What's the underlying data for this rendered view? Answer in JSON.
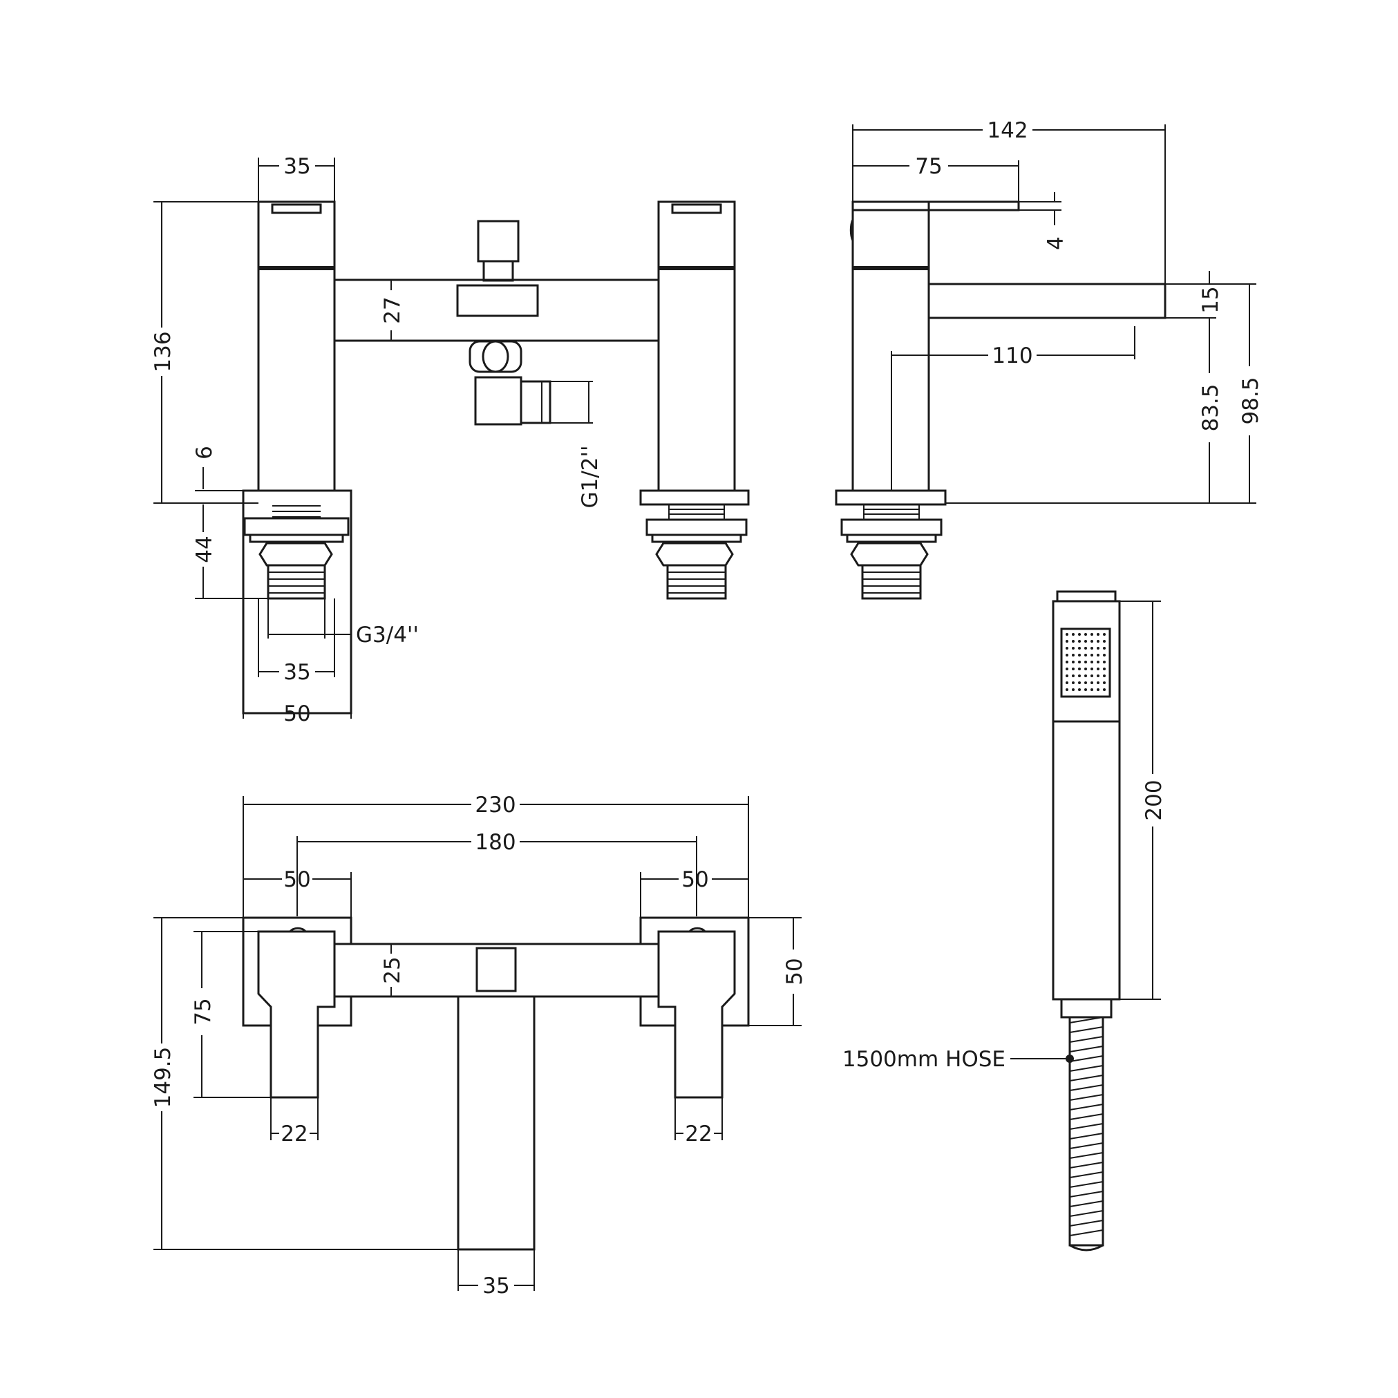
{
  "colors": {
    "line": "#1a1a1a",
    "background": "#ffffff"
  },
  "front_view": {
    "width_35": "35",
    "height_136": "136",
    "bridge_27": "27",
    "deck_6": "6",
    "shank_44": "44",
    "thread": "G3/4''",
    "base_35": "35",
    "base_50": "50",
    "outlet_thread": "G1/2''"
  },
  "side_view": {
    "depth_142": "142",
    "lever_75": "75",
    "lever_4": "4",
    "spout_15": "15",
    "spout_110": "110",
    "height_83_5": "83.5",
    "height_98_5": "98.5"
  },
  "plan_view": {
    "overall_230": "230",
    "centres_180": "180",
    "left_50": "50",
    "right_50": "50",
    "body_50": "50",
    "bridge_25": "25",
    "handle_75": "75",
    "lever_22_left": "22",
    "lever_22_right": "22",
    "depth_149_5": "149.5",
    "spout_35": "35"
  },
  "handset": {
    "length_200": "200",
    "hose_label": "1500mm HOSE"
  }
}
